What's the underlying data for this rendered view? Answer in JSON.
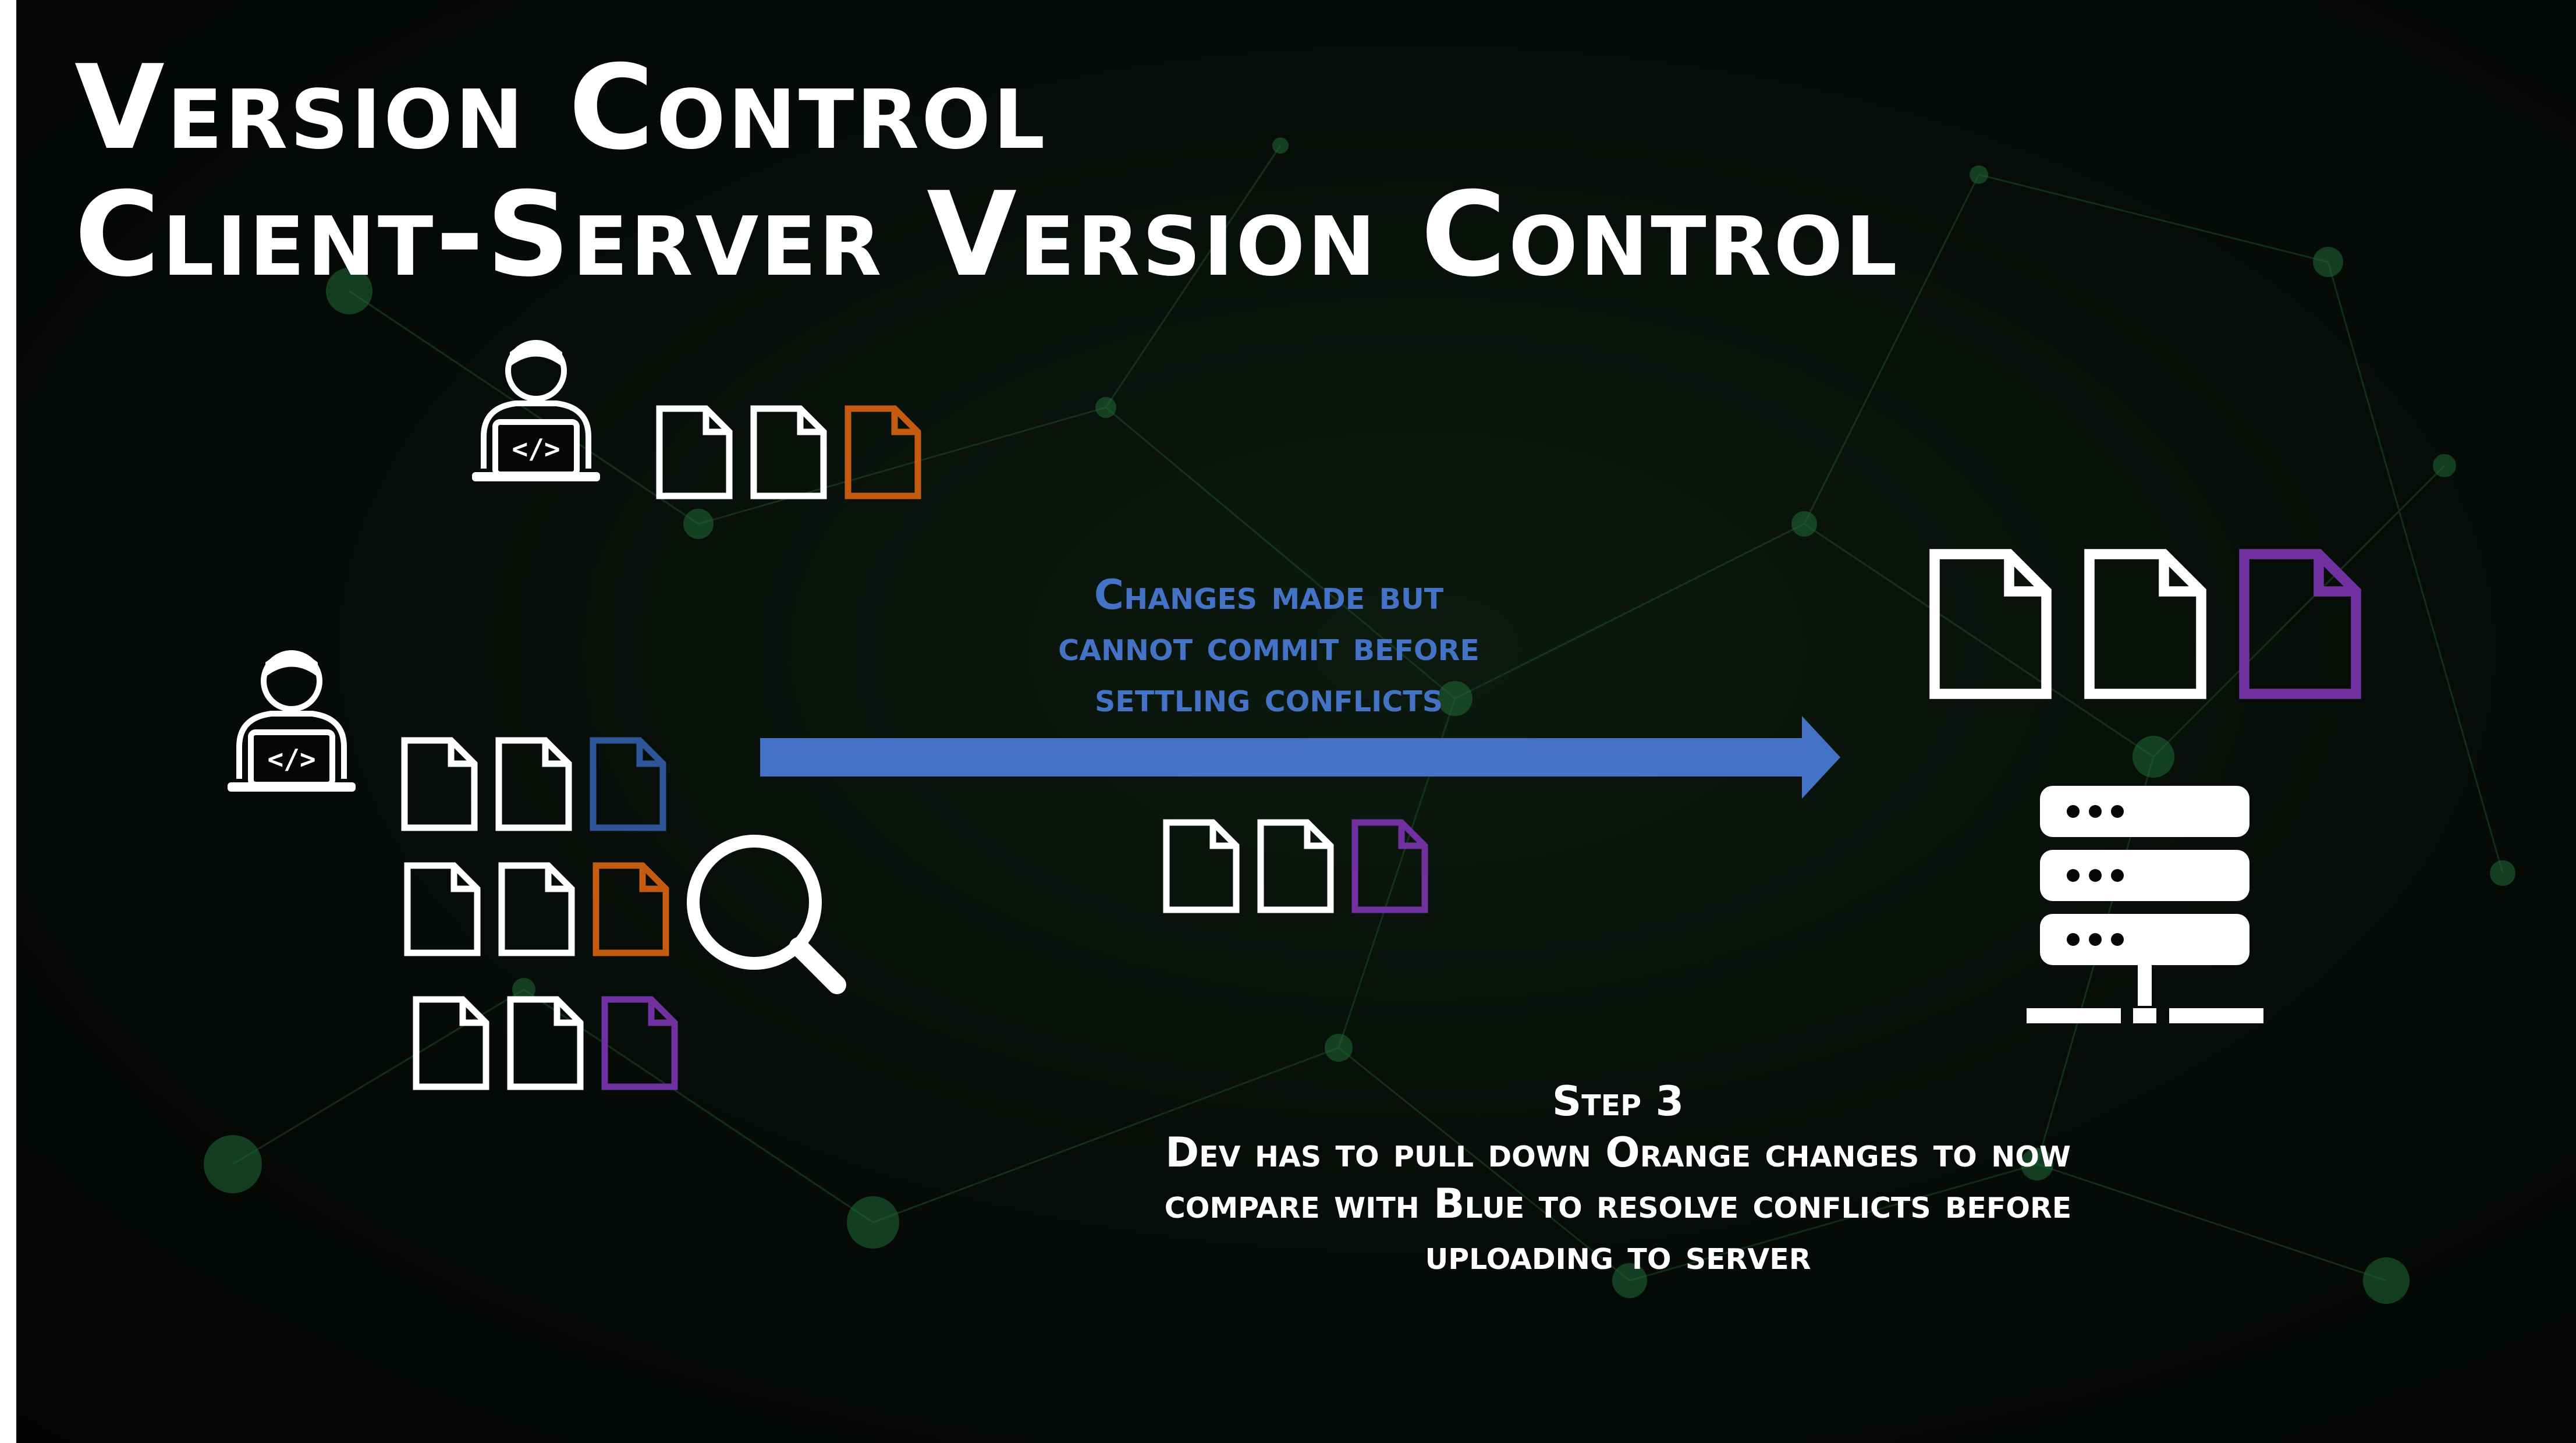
{
  "title": {
    "line1": "Version Control",
    "line2": "Client-Server Version Control"
  },
  "arrow_caption": {
    "lines": [
      "Changes made but",
      "cannot commit before",
      "settling conflicts"
    ]
  },
  "step_caption": {
    "lines": [
      "Step 3",
      "Dev has to pull down Orange changes to now",
      "compare with Blue to resolve conflicts before",
      "uploading to server"
    ]
  },
  "colors": {
    "blue": "#2e5597",
    "orange": "#c55a11",
    "purple": "#7030a0",
    "white": "#ffffff",
    "arrow": "#4472c4",
    "caption_blue": "#4472c4"
  },
  "icons": {
    "developer_top": "developer-laptop-icon",
    "developer_left": "developer-laptop-icon",
    "magnifier": "magnifying-glass-icon",
    "server": "server-rack-icon",
    "document": "document-icon"
  }
}
